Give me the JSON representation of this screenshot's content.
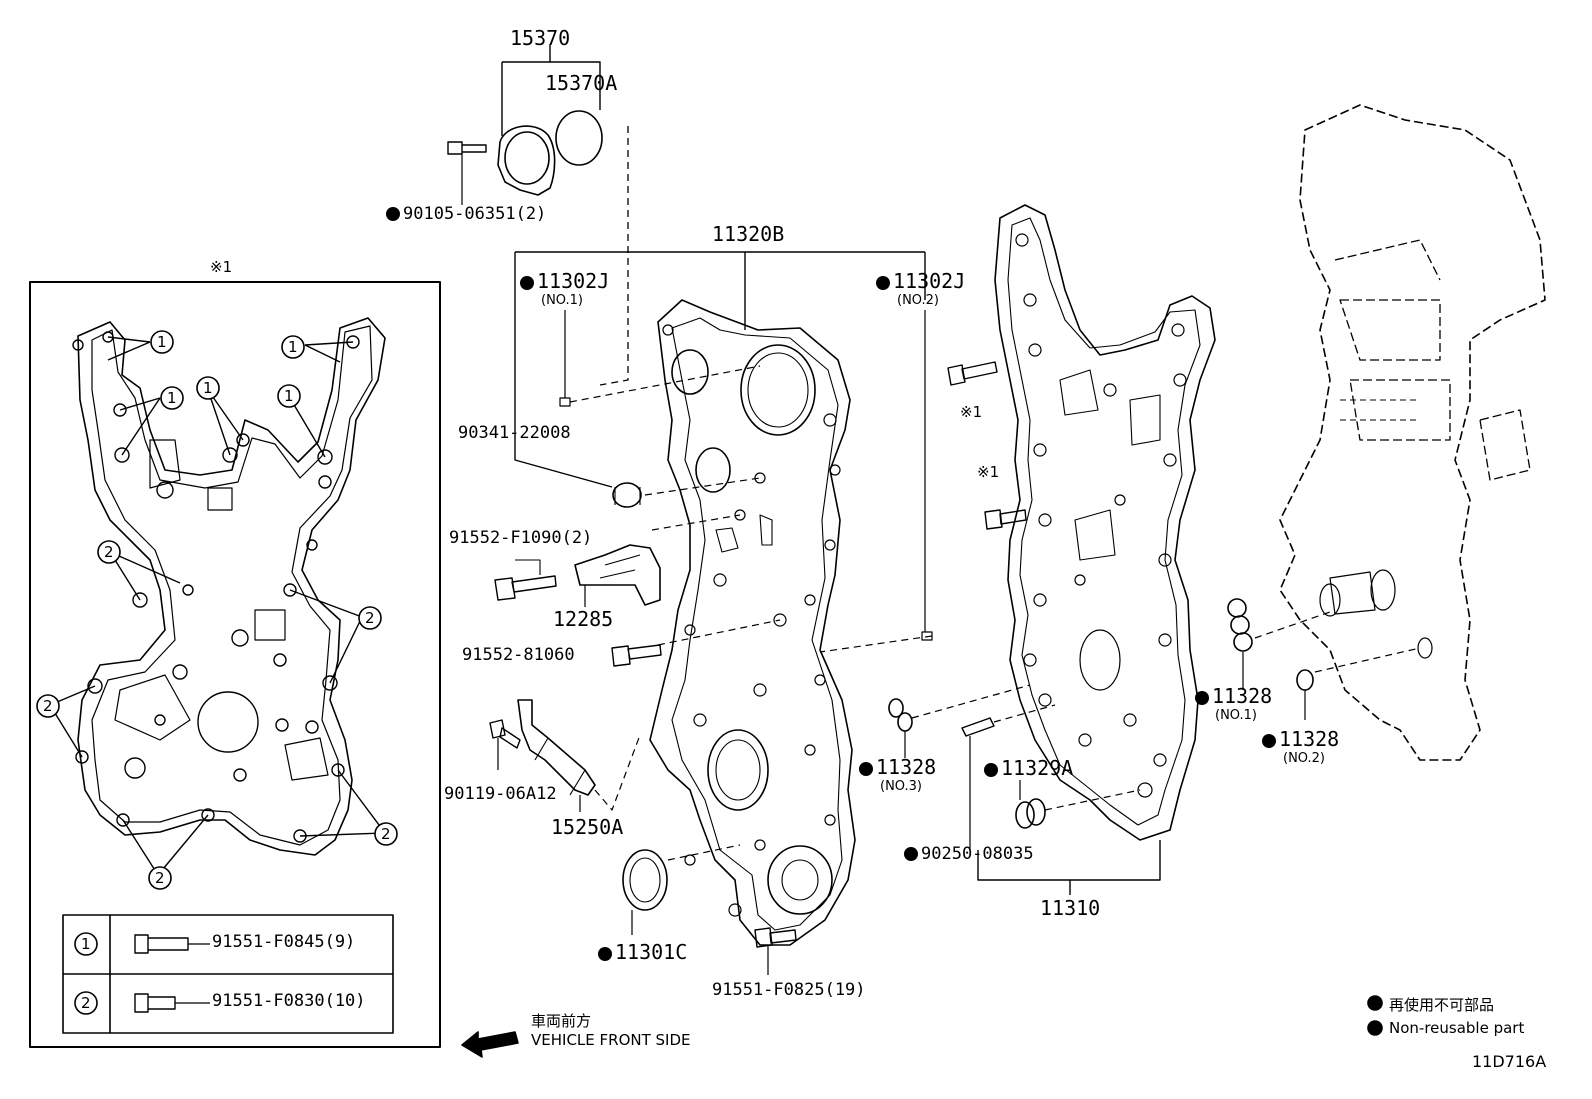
{
  "labels": {
    "p15370": "15370",
    "p15370A": "15370A",
    "p90105": "90105-06351(2)",
    "p11320B": "11320B",
    "p11302J_1": "11302J",
    "p11302J_1_sub": "(NO.1)",
    "p11302J_2": "11302J",
    "p11302J_2_sub": "(NO.2)",
    "p90341": "90341-22008",
    "p91552_F1090": "91552-F1090(2)",
    "p12285": "12285",
    "p91552_81060": "91552-81060",
    "p90119": "90119-06A12",
    "p15250A": "15250A",
    "p11301C": "11301C",
    "p91551_F0825": "91551-F0825(19)",
    "p11328_3": "11328",
    "p11328_3_sub": "(NO.3)",
    "p11329A": "11329A",
    "p90250": "90250-08035",
    "p11310": "11310",
    "p11328_1": "11328",
    "p11328_1_sub": "(NO.1)",
    "p11328_2": "11328",
    "p11328_2_sub": "(NO.2)",
    "star1_a": "※1",
    "star1_b": "※1",
    "star1_box": "※1"
  },
  "inset": {
    "callout_1": "1",
    "callout_2": "2",
    "table": [
      {
        "key": "1",
        "part": "91551-F0845(9)"
      },
      {
        "key": "2",
        "part": "91551-F0830(10)"
      }
    ]
  },
  "legend": {
    "jp": "再使用不可部品",
    "en": "Non-reusable part"
  },
  "direction": {
    "jp": "車両前方",
    "en": "VEHICLE FRONT SIDE"
  },
  "diagram_code": "11D716A"
}
